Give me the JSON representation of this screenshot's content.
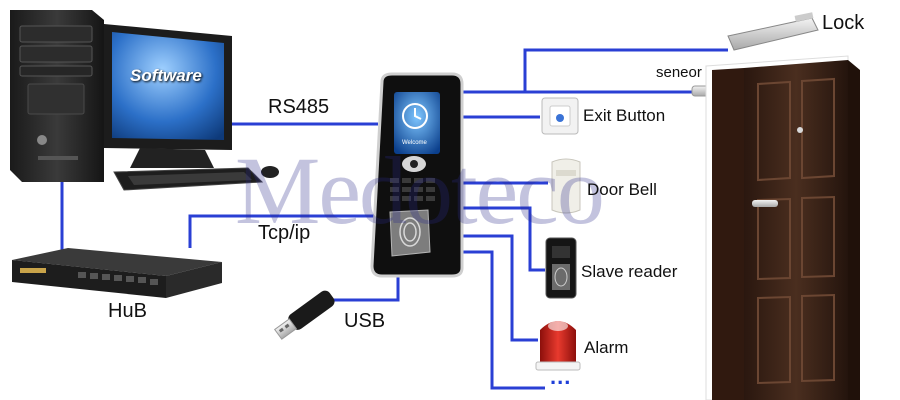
{
  "labels": {
    "software": "Software",
    "rs485": "RS485",
    "tcpip": "Tcp/ip",
    "hub": "HuB",
    "usb": "USB",
    "lock": "Lock",
    "sensor": "seneor",
    "exit_button": "Exit Button",
    "door_bell": "Door Bell",
    "slave_reader": "Slave reader",
    "alarm": "Alarm",
    "more": "...",
    "watermark": "Medoteco",
    "device_screen": "Welcome"
  },
  "colors": {
    "wire": "#2a3fd4",
    "device_body": "#111111",
    "door": "#3a2418",
    "alarm_red": "#d8231c"
  }
}
